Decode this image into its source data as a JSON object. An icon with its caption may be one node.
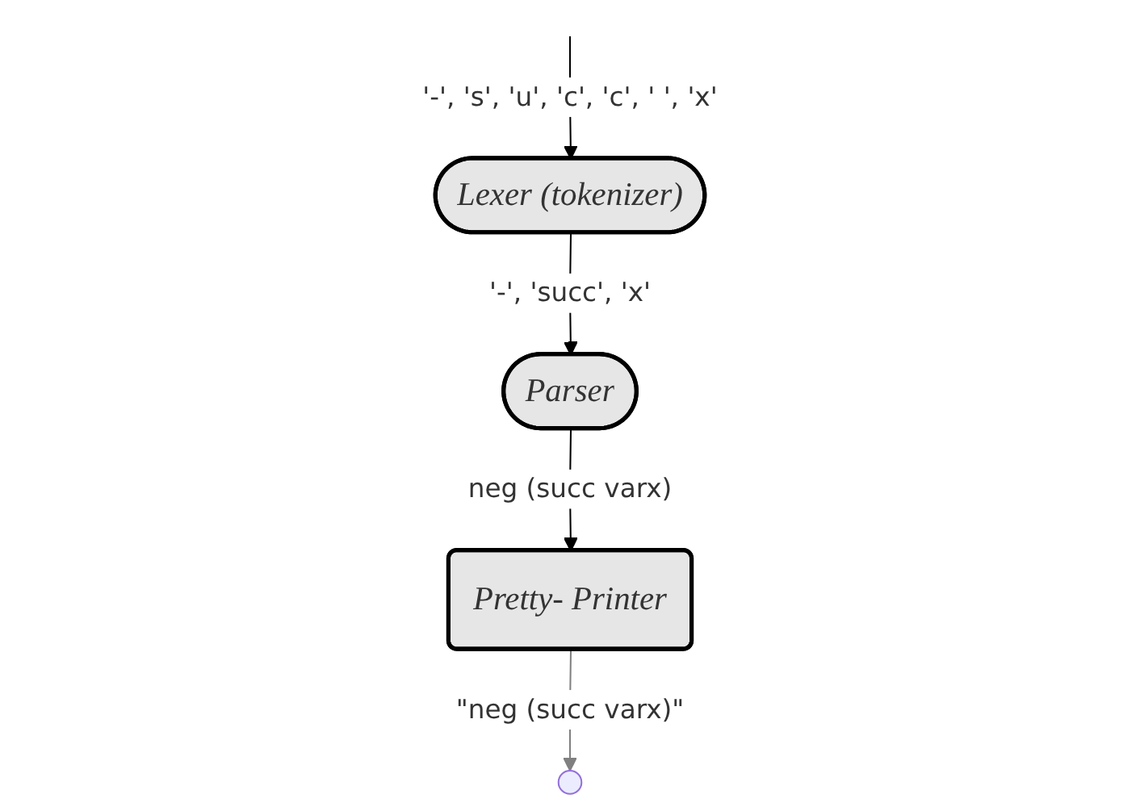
{
  "diagram": {
    "nodes": [
      {
        "text": [
          "Lexer (tokenizer)"
        ]
      },
      {
        "text": [
          "Parser"
        ]
      },
      {
        "text": [
          "Pretty- Printer"
        ]
      },
      {
        "text": [],
        "shape": "circle"
      }
    ],
    "edges": [
      {
        "from": null,
        "to": 0,
        "arrow": "to",
        "label": "'-', 's', 'u', 'c', 'c', ' ', 'x'"
      },
      {
        "from": 0,
        "to": 1,
        "arrow": "to",
        "label": "'-', 'succ', 'x'"
      },
      {
        "from": 1,
        "to": 2,
        "arrow": "to",
        "label": "neg (succ varx)"
      },
      {
        "from": 2,
        "to": 3,
        "arrow": "to",
        "label": "\"neg (succ varx)\"",
        "color": "#808080"
      }
    ]
  }
}
